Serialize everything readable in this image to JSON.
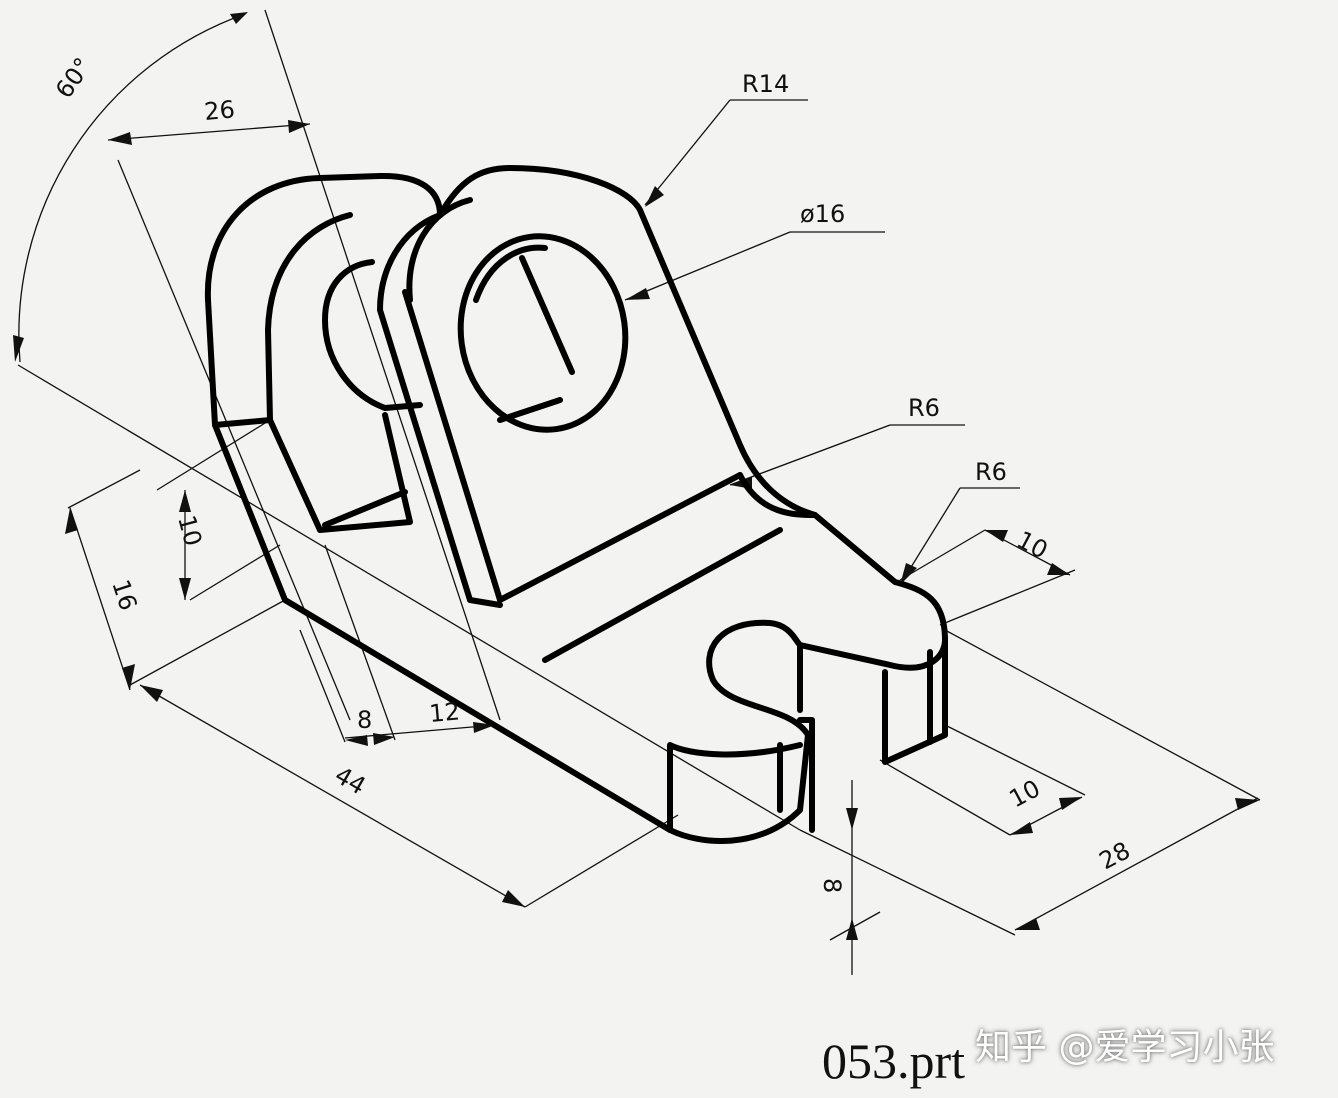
{
  "dimensions": {
    "angle": "60°",
    "width_top": "26",
    "radius_lug": "R14",
    "hole_diameter": "ø16",
    "radius_inner": "R6",
    "radius_slot": "R6",
    "slot_width": "10",
    "height_10": "10",
    "height_16": "16",
    "offset_8": "8",
    "offset_12": "12",
    "length_44": "44",
    "slot_depth_10": "10",
    "width_28": "28",
    "thickness_8": "8"
  },
  "file_label": "053.prt",
  "watermark": "知乎 @爱学习小张"
}
